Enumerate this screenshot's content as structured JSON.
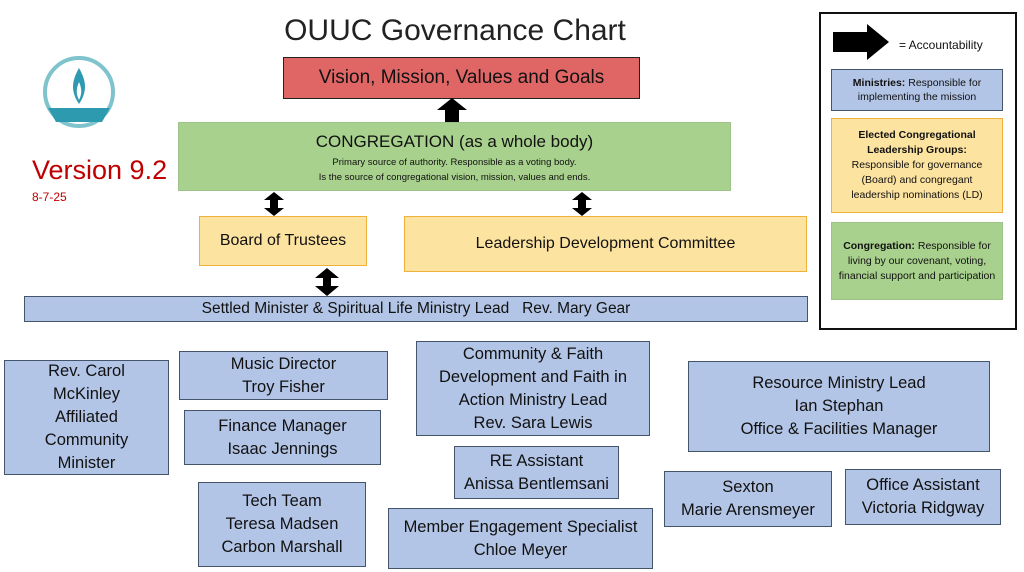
{
  "title": "OUUC Governance Chart",
  "version": {
    "label": "Version 9.2",
    "date": "8-7-25"
  },
  "logo": {
    "icon": "chalice-flame-icon"
  },
  "vision": "Vision, Mission, Values and Goals",
  "congregation": {
    "heading": "CONGREGATION (as a whole body)",
    "line1": "Primary source of authority. Responsible as a voting body.",
    "line2": "Is the source of congregational vision, mission, values and ends."
  },
  "board": "Board of Trustees",
  "leadership": "Leadership Development Committee",
  "minister": "Settled Minister & Spiritual Life Ministry Lead   Rev. Mary Gear",
  "staff": {
    "carol": "Rev. Carol\nMcKinley\nAffiliated\nCommunity\nMinister",
    "music": "Music Director\nTroy Fisher",
    "finance": "Finance Manager\nIsaac Jennings",
    "tech": "Tech Team\nTeresa Madsen\nCarbon Marshall",
    "community": "Community & Faith\nDevelopment  and Faith in\nAction Ministry Lead\nRev. Sara Lewis",
    "re": "RE Assistant\nAnissa Bentlemsani",
    "member": "Member Engagement Specialist\nChloe Meyer",
    "resource": "Resource Ministry Lead\nIan Stephan\nOffice & Facilities Manager",
    "sexton": "Sexton\nMarie Arensmeyer",
    "office": "Office Assistant\nVictoria Ridgway"
  },
  "legend": {
    "accountability": "= Accountability",
    "ministries_bold": "Ministries:",
    "ministries_text": " Responsible for implementing the mission",
    "elected_bold": "Elected Congregational Leadership Groups:",
    "elected_text": " Responsible for governance (Board) and congregant leadership nominations (LD)",
    "congregation_bold": "Congregation:",
    "congregation_text": " Responsible for living by our covenant, voting, financial support and participation"
  },
  "colors": {
    "ministry": "#b3c5e6",
    "elected": "#fde3a0",
    "congregation": "#a9d18e",
    "vision": "#e06666",
    "version": "#c00000"
  }
}
